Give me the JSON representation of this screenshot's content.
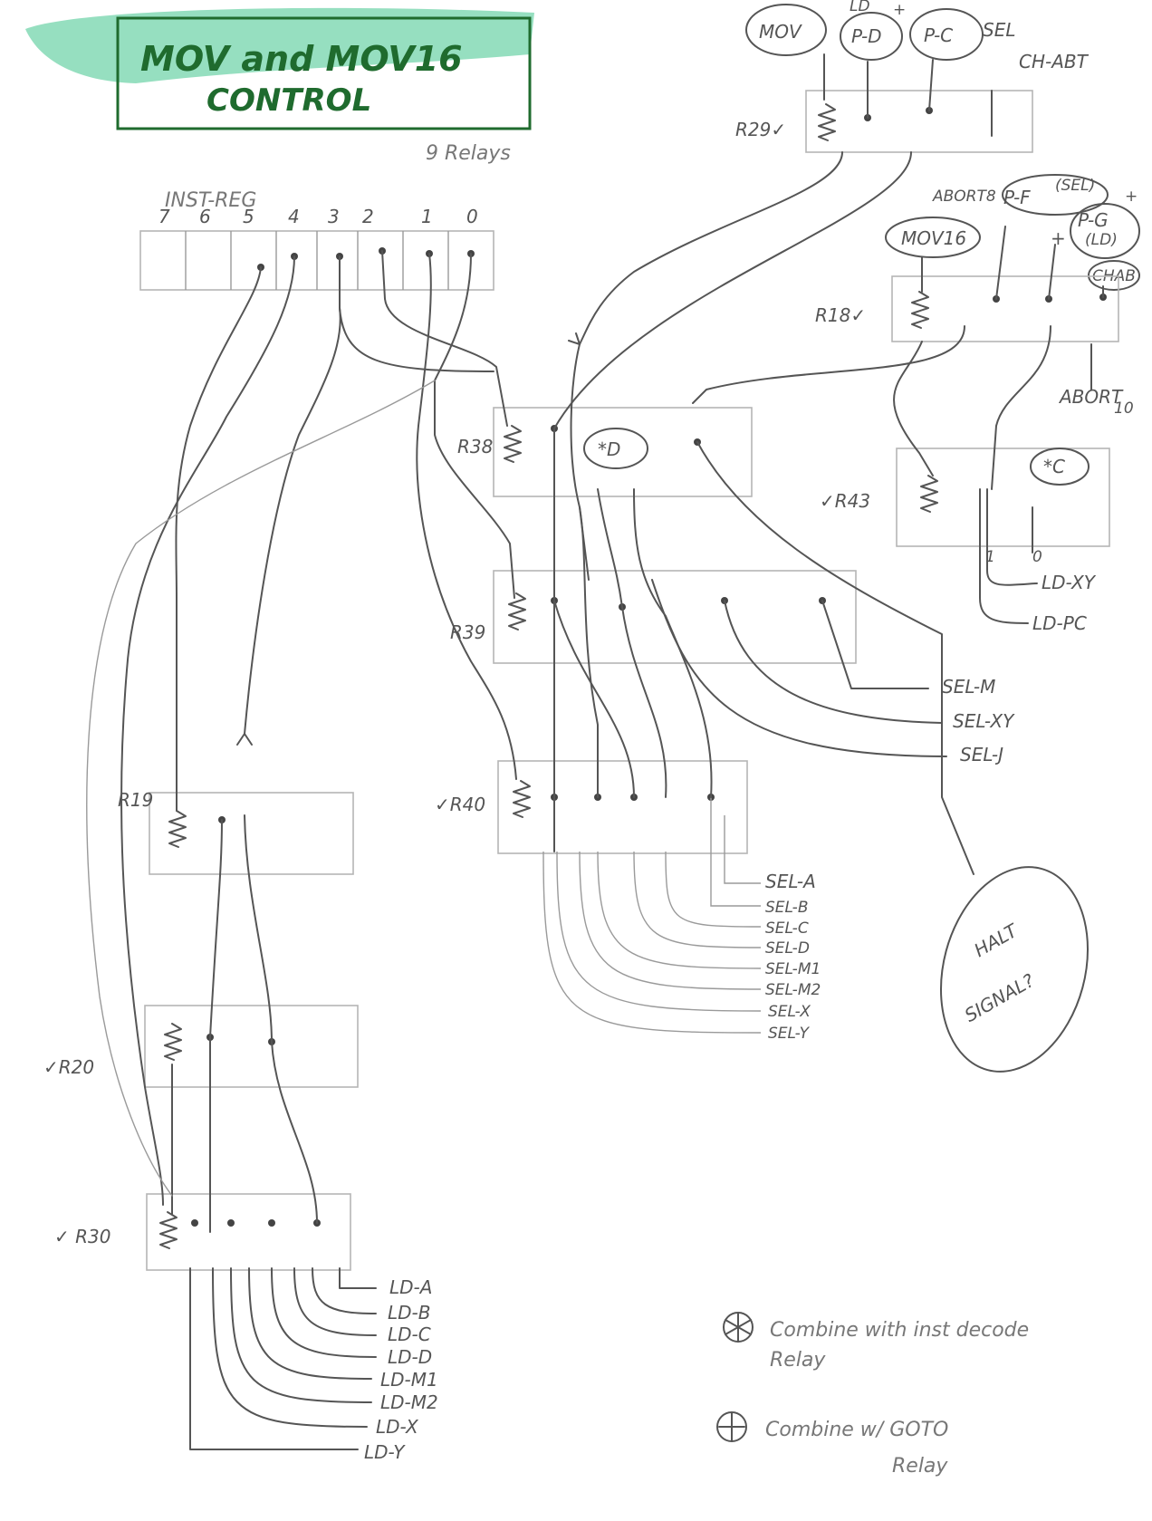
{
  "title": {
    "line1": "MOV and MOV16",
    "line2": "CONTROL",
    "subtitle": "9 Relays",
    "ink_color": "#1f6b2e",
    "wash_color": "#3fc48c"
  },
  "inst_reg": {
    "label": "INST-REG",
    "bits": [
      "7",
      "6",
      "5",
      "4",
      "3",
      "2",
      "1",
      "0"
    ]
  },
  "top_ovals": {
    "mov": "MOV",
    "pd": "P-D",
    "pd_above": "LD",
    "pd_plus": "+",
    "pc": "P-C",
    "sel": "SEL",
    "ch_abt": "CH-ABT",
    "aborts": "ABORT8"
  },
  "r18_area": {
    "mov16": "MOV16",
    "pf": "P-F",
    "pf_sel": "(SEL)",
    "pg": "P-G",
    "pg_ld": "(LD)",
    "plus": "+",
    "chab": "CHAB",
    "abort": "ABORT",
    "abort_sub": "10",
    "plus2": "+"
  },
  "relays": {
    "r29": "R29✓",
    "r18": "R18✓",
    "r38": "R38",
    "r43": "✓R43",
    "r39": "R39",
    "r40": "✓R40",
    "r19": "R19",
    "r20": "✓R20",
    "r30": "✓ R30"
  },
  "markers": {
    "xd": "*D",
    "xc": "*C"
  },
  "r43_outputs": {
    "o1": "1",
    "o0": "0",
    "ld_xy": "LD-XY",
    "ld_pc": "LD-PC"
  },
  "sel_right": [
    "SEL-M",
    "SEL-XY",
    "SEL-J"
  ],
  "sel_outputs": [
    "SEL-A",
    "SEL-B",
    "SEL-C",
    "SEL-D",
    "SEL-M1",
    "SEL-M2",
    "SEL-X",
    "SEL-Y"
  ],
  "ld_outputs": [
    "LD-A",
    "LD-B",
    "LD-C",
    "LD-D",
    "LD-M1",
    "LD-M2",
    "LD-X",
    "LD-Y"
  ],
  "halt": {
    "line1": "HALT",
    "line2": "SIGNAL?"
  },
  "notes": {
    "note1_line1": "Combine with inst decode",
    "note1_line2": "Relay",
    "note2_line1": "Combine w/ GOTO",
    "note2_line2": "Relay"
  }
}
